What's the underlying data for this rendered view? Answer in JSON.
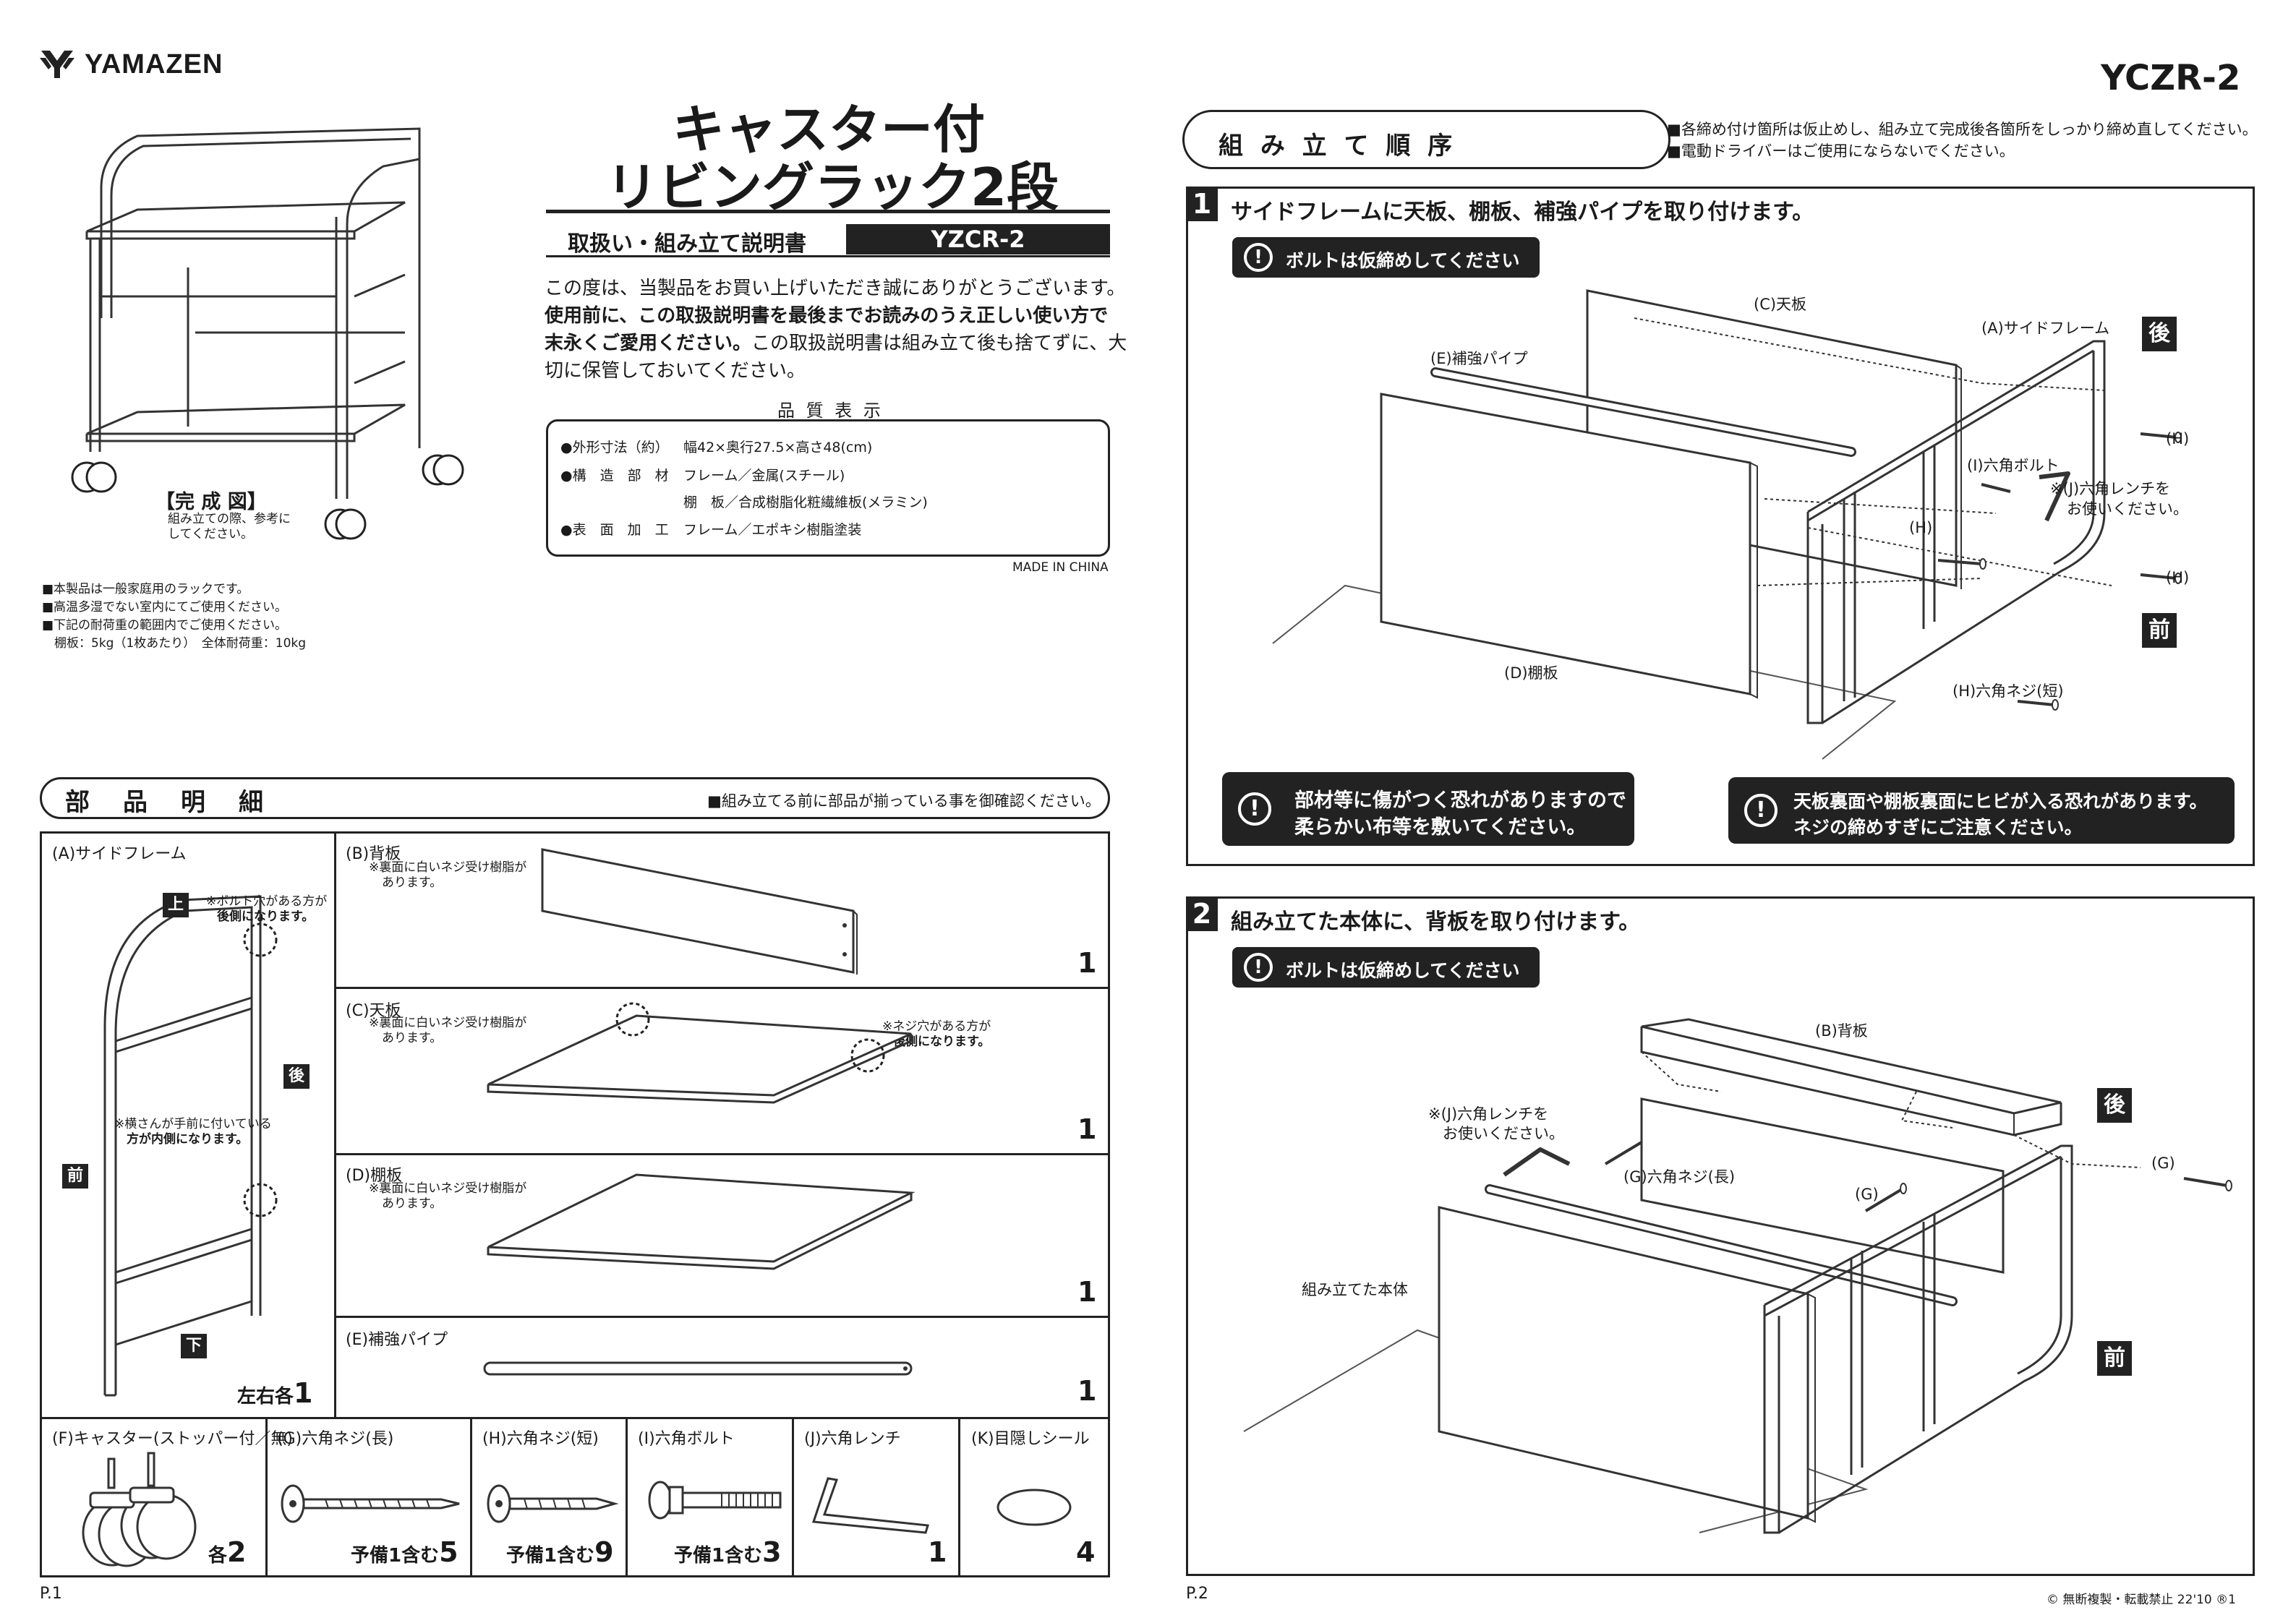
{
  "brand": {
    "name": "YAMAZEN"
  },
  "model_top": "YCZR-2",
  "title": {
    "line1": "キャスター付",
    "line2": "リビングラック2段"
  },
  "subtitle": {
    "label": "取扱い・組み立て説明書",
    "model": "YZCR-2"
  },
  "intro": {
    "line1": "この度は、当製品をお買い上げいただき誠にありがとうございます。",
    "line2": "使用前に、この取扱説明書を最後までお読みのうえ正しい使い方で",
    "line3a": "末永くご愛用ください。",
    "line3b": "この取扱説明書は組み立て後も捨てずに、大",
    "line4": "切に保管しておいてください。"
  },
  "quality": {
    "heading": "品 質 表 示",
    "size_label": "●外形寸法（約）",
    "size_value": "幅42×奥行27.5×高さ48(cm)",
    "material_label": "●構　造　部　材",
    "material_value1": "フレーム／金属(スチール)",
    "material_value2": "棚　板／合成樹脂化粧繊維板(メラミン)",
    "finish_label": "●表　面　加　工",
    "finish_value": "フレーム／エポキシ樹脂塗装",
    "made_in": "MADE IN CHINA"
  },
  "complete": {
    "title": "【完 成 図】",
    "note1": "組み立ての際、参考に",
    "note2": "してください。"
  },
  "usage_notes": [
    "■本製品は一般家庭用のラックです。",
    "■高温多湿でない室内にてご使用ください。",
    "■下記の耐荷重の範囲内でご使用ください。",
    "　棚板：5kg（1枚あたり）　全体耐荷重：10kg"
  ],
  "parts": {
    "heading": "部　品　明　細",
    "note": "■組み立てる前に部品が揃っている事を御確認ください。",
    "A": {
      "name": "(A)サイドフレーム",
      "top": "上",
      "bottom": "下",
      "back": "後",
      "front": "前",
      "note1a": "※ボルト穴がある方が",
      "note1b": "後側になります。",
      "note2a": "※横さんが手前に付いている",
      "note2b": "方が内側になります。",
      "qty_prefix": "左右各",
      "qty": "1"
    },
    "B": {
      "name": "(B)背板",
      "note1": "※裏面に白いネジ受け樹脂が",
      "note2": "あります。",
      "qty": "1"
    },
    "C": {
      "name": "(C)天板",
      "note1": "※裏面に白いネジ受け樹脂が",
      "note2": "あります。",
      "note3": "※ネジ穴がある方が",
      "note4": "後側になります。",
      "qty": "1"
    },
    "D": {
      "name": "(D)棚板",
      "note1": "※裏面に白いネジ受け樹脂が",
      "note2": "あります。",
      "qty": "1"
    },
    "E": {
      "name": "(E)補強パイプ",
      "qty": "1"
    },
    "F": {
      "name": "(F)キャスター(ストッパー付／無)",
      "qty_prefix": "各",
      "qty": "2"
    },
    "G": {
      "name": "(G)六角ネジ(長)",
      "qty_prefix": "予備1含む",
      "qty": "5"
    },
    "H": {
      "name": "(H)六角ネジ(短)",
      "qty_prefix": "予備1含む",
      "qty": "9"
    },
    "I": {
      "name": "(I)六角ボルト",
      "qty_prefix": "予備1含む",
      "qty": "3"
    },
    "J": {
      "name": "(J)六角レンチ",
      "qty": "1"
    },
    "K": {
      "name": "(K)目隠しシール",
      "qty": "4"
    }
  },
  "page1": "P.1",
  "page2": "P.2",
  "assembly": {
    "heading": "組 み 立 て 順 序",
    "note1": "■各締め付け箇所は仮止めし、組み立て完成後各箇所をしっかり締め直してください。",
    "note2": "■電動ドライバーはご使用にならないでください。"
  },
  "step1": {
    "num": "1",
    "title": "サイドフレームに天板、棚板、補強パイプを取り付けます。",
    "badge": "ボルトは仮締めしてください",
    "labels": {
      "C": "(C)天板",
      "A": "(A)サイドフレーム",
      "E": "(E)補強パイプ",
      "D": "(D)棚板",
      "I": "(I)六角ボルト",
      "J1": "※(J)六角レンチを",
      "J2": "お使いください。",
      "H1": "(H)",
      "H2": "(H)",
      "H3": "(H)",
      "Hs": "(H)六角ネジ(短)",
      "back": "後",
      "front": "前"
    },
    "warn1a": "部材等に傷がつく恐れがありますので",
    "warn1b": "柔らかい布等を敷いてください。",
    "warn2a": "天板裏面や棚板裏面にヒビが入る恐れがあります。",
    "warn2b": "ネジの締めすぎにご注意ください。"
  },
  "step2": {
    "num": "2",
    "title": "組み立てた本体に、背板を取り付けます。",
    "badge": "ボルトは仮締めしてください",
    "labels": {
      "B": "(B)背板",
      "J1": "※(J)六角レンチを",
      "J2": "お使いください。",
      "G": "(G)六角ネジ(長)",
      "G1": "(G)",
      "G2": "(G)",
      "body": "組み立てた本体",
      "back": "後",
      "front": "前"
    }
  },
  "copyright": "© 無断複製・転載禁止 22'10 ®1"
}
